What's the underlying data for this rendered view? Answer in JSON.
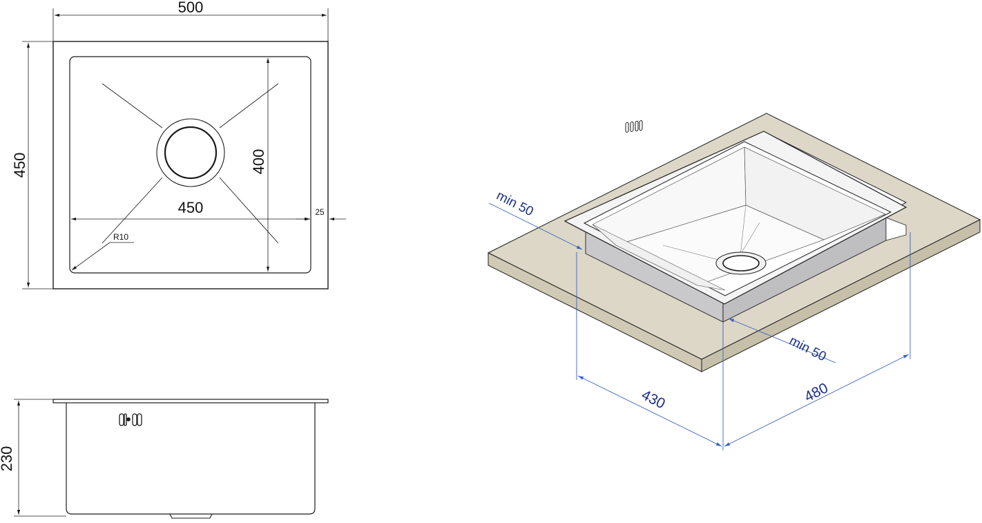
{
  "top_view": {
    "width_label": "500",
    "height_label": "450",
    "inner_width_label": "450",
    "inner_height_label": "400",
    "flange_label": "25",
    "radius_label": "R10"
  },
  "side_view": {
    "depth_label": "230"
  },
  "iso_view": {
    "min_left_label": "min 50",
    "min_right_label": "min 50",
    "cutout_depth_label": "430",
    "cutout_width_label": "480"
  },
  "colors": {
    "countertop": "#dcd7c6",
    "cut_face": "#c9c9cb",
    "stroke": "#1a1a1a",
    "dimension_blue": "#1b2f86"
  }
}
